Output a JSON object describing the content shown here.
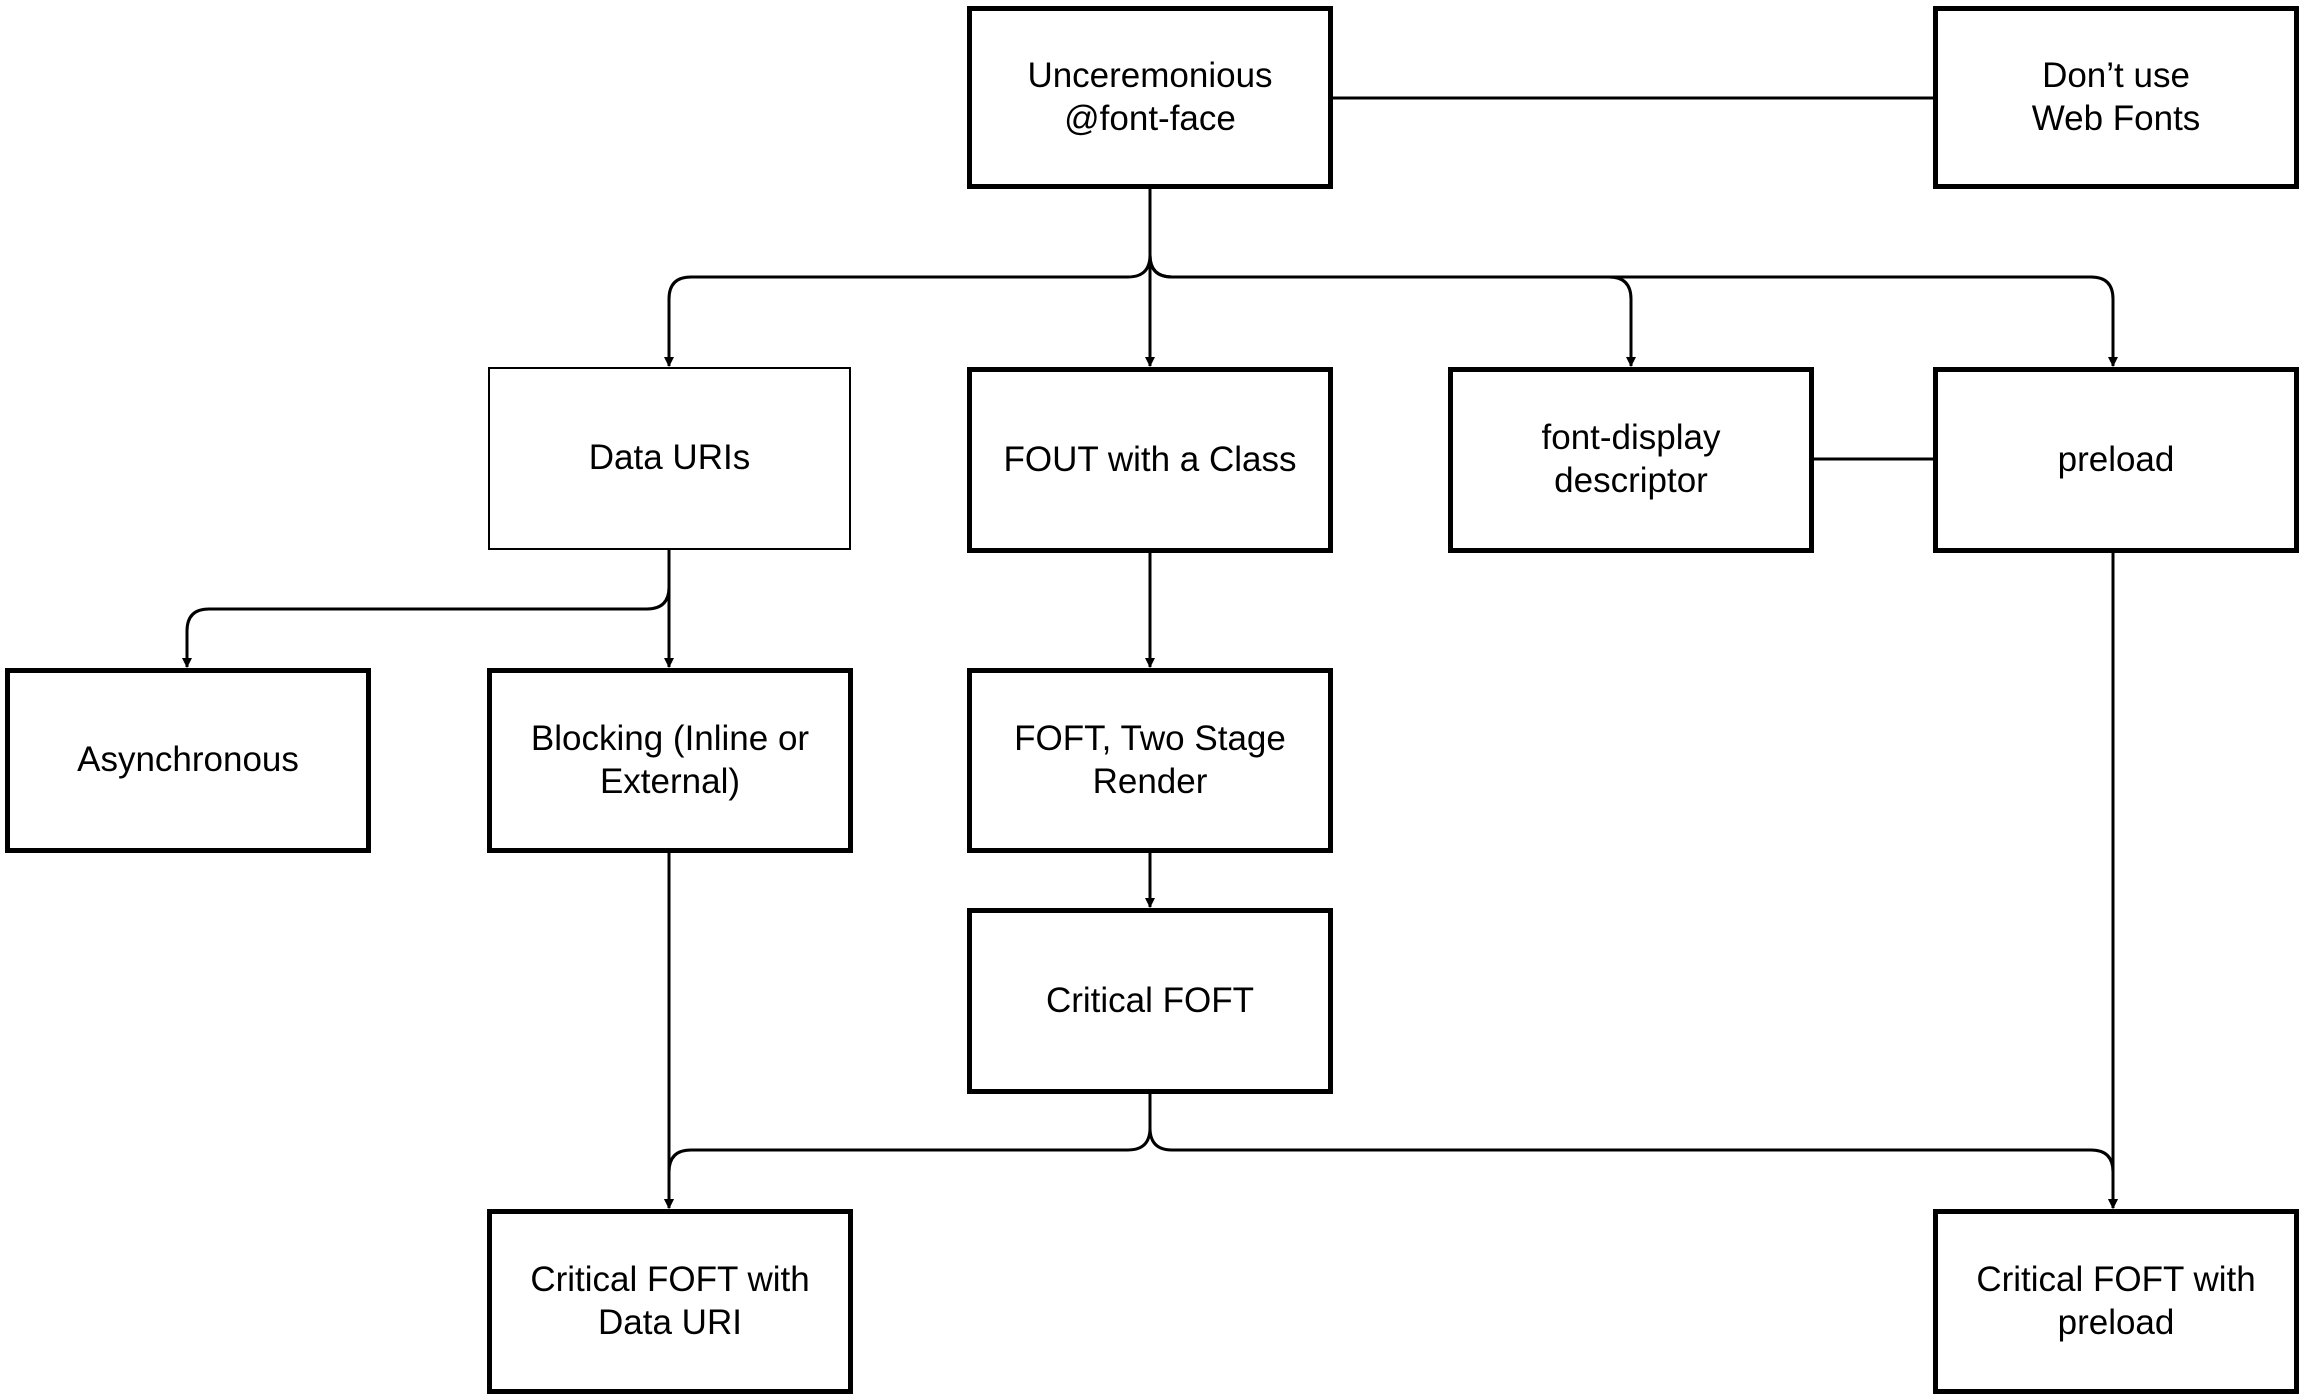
{
  "nodes": {
    "unceremonious": "Unceremonious\n@font-face",
    "dont_use": "Don’t use\nWeb Fonts",
    "data_uris": "Data URIs",
    "fout_class": "FOUT with a Class",
    "font_display": "font-display\ndescriptor",
    "preload": "preload",
    "asynchronous": "Asynchronous",
    "blocking": "Blocking (Inline or\nExternal)",
    "foft_two_stage": "FOFT, Two Stage\nRender",
    "critical_foft": "Critical FOFT",
    "critical_foft_data_uri": "Critical FOFT with\nData URI",
    "critical_foft_preload": "Critical FOFT with\npreload"
  },
  "colors": {
    "stroke": "#000000",
    "background": "#ffffff",
    "text": "#000000"
  }
}
